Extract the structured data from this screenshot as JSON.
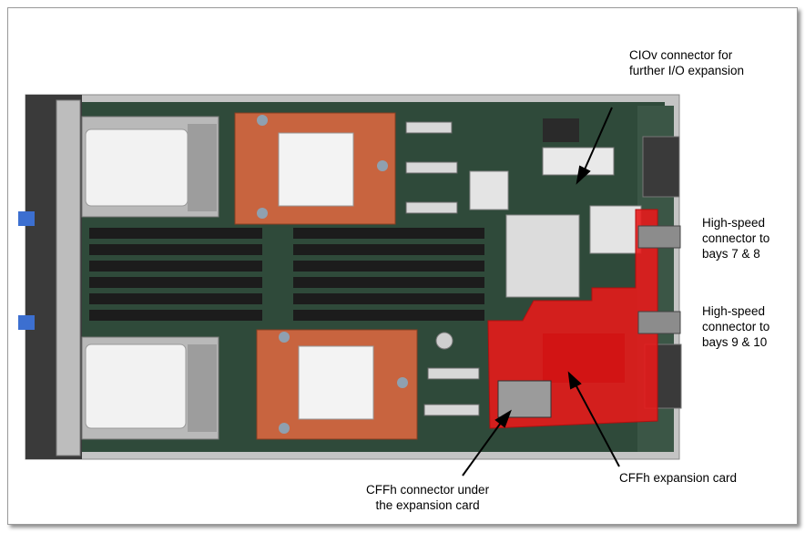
{
  "callouts": {
    "ciov": "CIOv connector for\nfurther I/O expansion",
    "hs_78": "High-speed\nconnector to\nbays 7 & 8",
    "hs_910": "High-speed\nconnector to\nbays 9 & 10",
    "cffh_connector": "CFFh connector under\nthe expansion card",
    "cffh_card": "CFFh expansion card"
  },
  "colors": {
    "expansion_card": "#e51b1b",
    "connector_overlay": "#8c8c8c",
    "heatsink": "#c8643f",
    "dimm": "#1c1c1c",
    "pcb": "#2f4a3a",
    "chassis": "#c4c4c4"
  }
}
